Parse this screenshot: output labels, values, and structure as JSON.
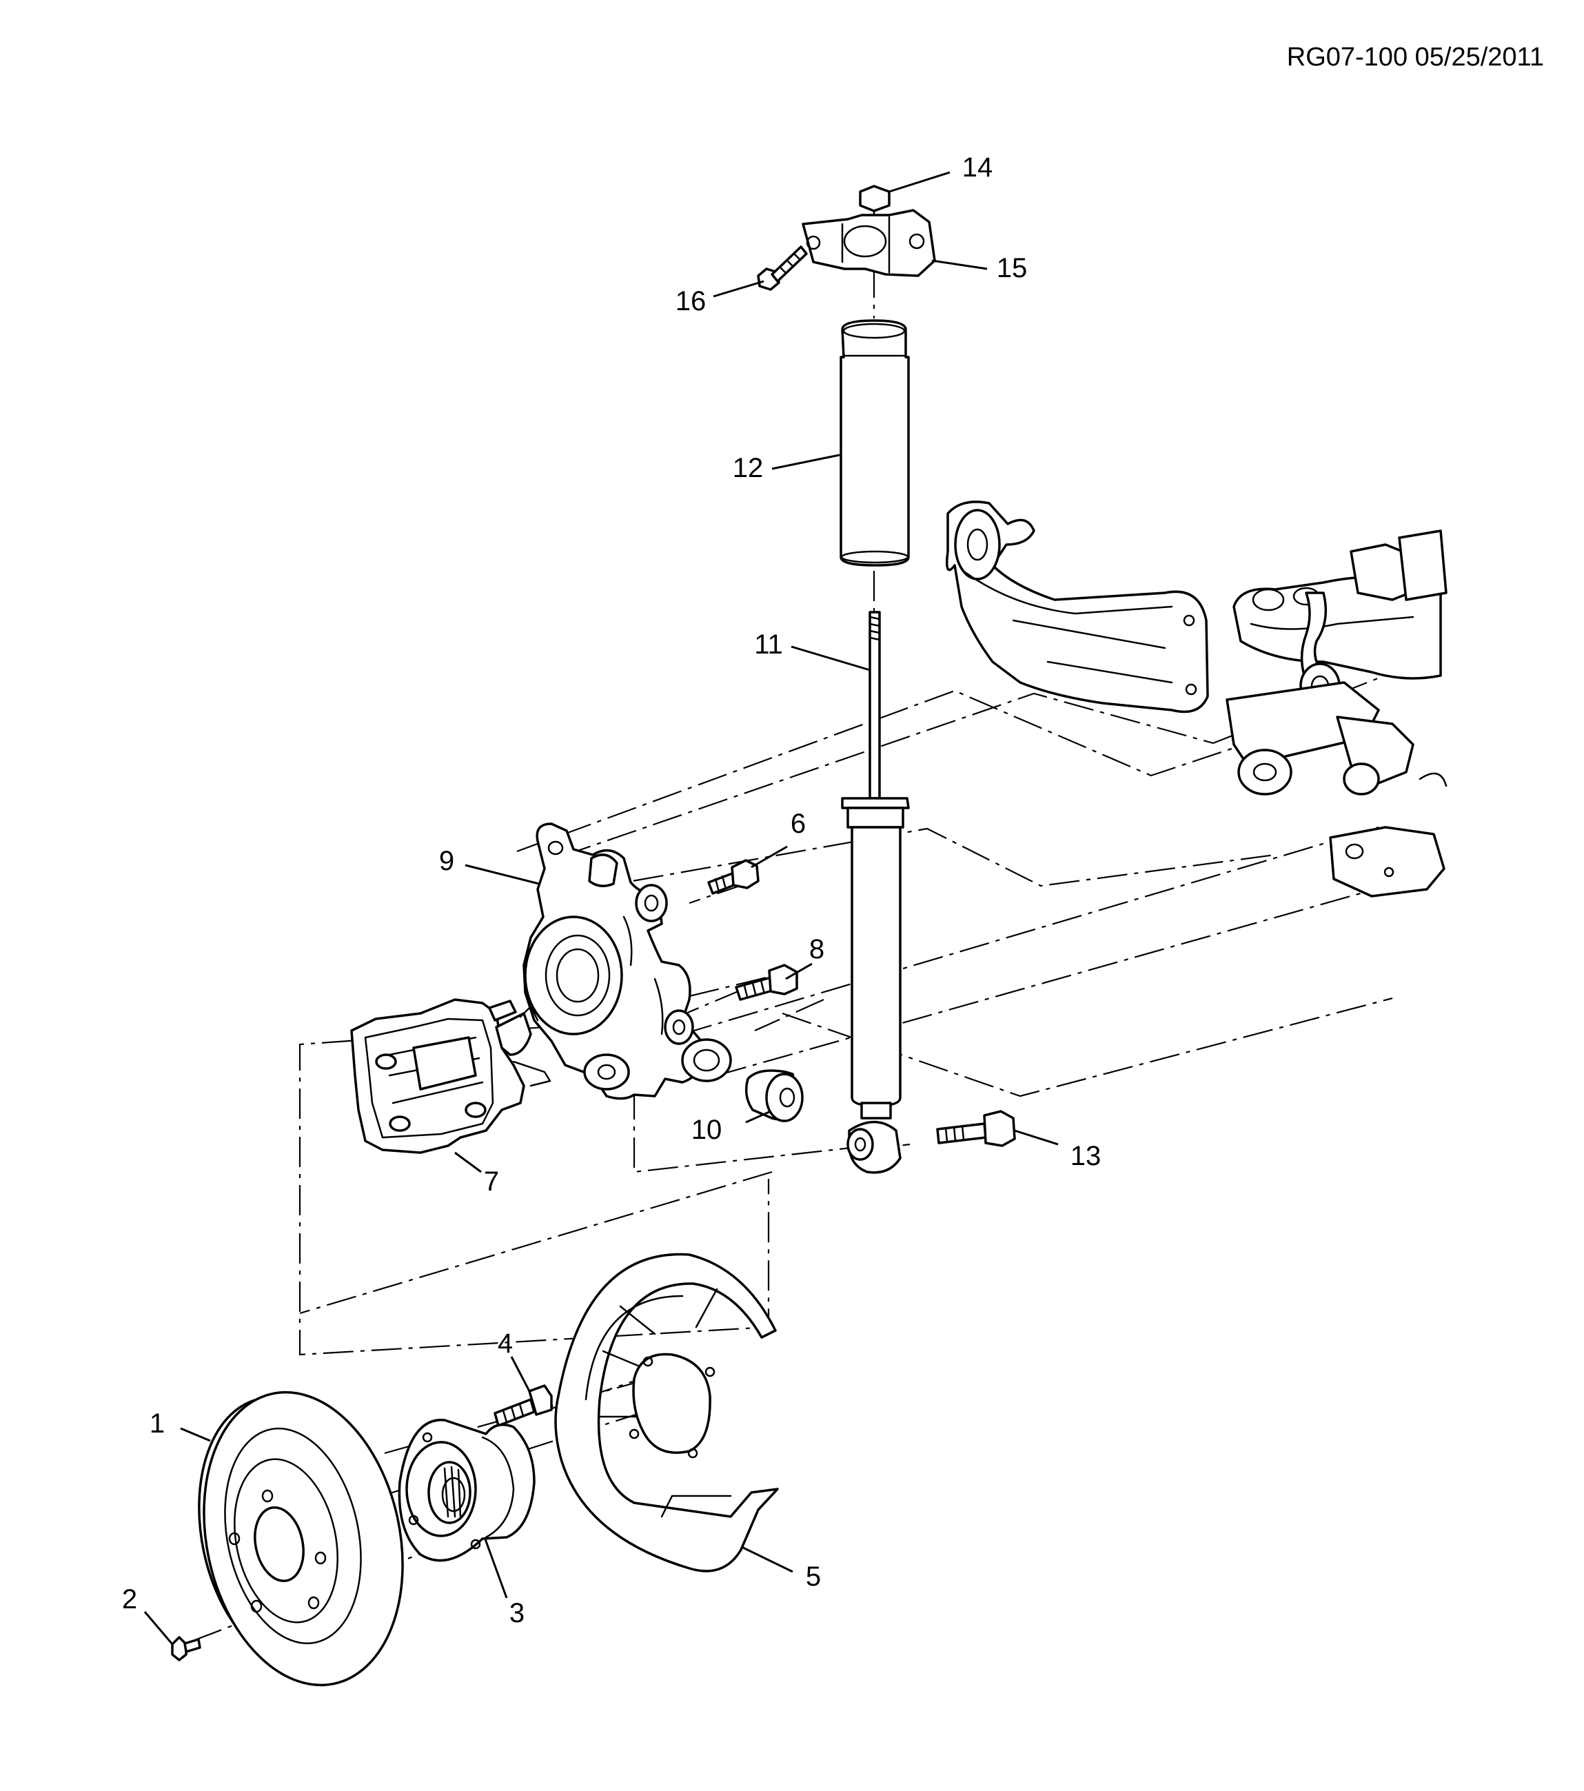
{
  "document_id": "RG07-100 05/25/2011",
  "callouts": [
    "1",
    "2",
    "3",
    "4",
    "5",
    "6",
    "7",
    "8",
    "9",
    "10",
    "11",
    "12",
    "13",
    "14",
    "15",
    "16"
  ]
}
